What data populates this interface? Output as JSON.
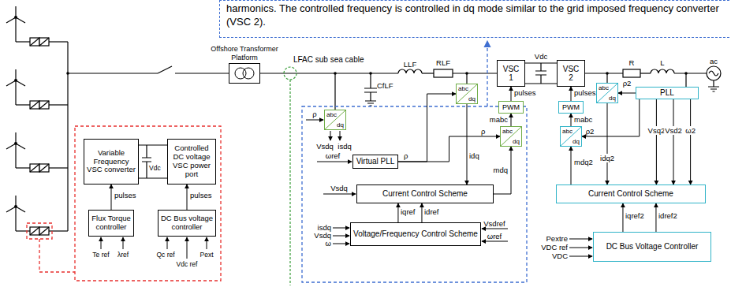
{
  "diagram": {
    "nodes": [
      {
        "text": [
          "harmonics. The controlled frequency is controlled in dq mode similar to the grid imposed frequency converter (VSC 2)."
        ]
      },
      {
        "text": [
          "Offshore Transformer Platform"
        ]
      },
      {
        "text": [
          "Variable Frequency VSC converter"
        ]
      },
      {
        "text": [
          "Controlled DC voltage VSC power port"
        ]
      },
      {
        "text": [
          "Flux Torque controller"
        ]
      },
      {
        "text": [
          "DC Bus voltage controller"
        ]
      },
      {
        "text": [
          "VSC 1"
        ]
      },
      {
        "text": [
          "VSC 2"
        ]
      },
      {
        "text": [
          "abc",
          "dq"
        ]
      },
      {
        "text": [
          "abc",
          "dq"
        ]
      },
      {
        "text": [
          "PWM"
        ]
      },
      {
        "text": [
          "abc",
          "dq"
        ]
      },
      {
        "text": [
          "Virtual PLL"
        ]
      },
      {
        "text": [
          "Current Control Scheme"
        ]
      },
      {
        "text": [
          "Voltage/Frequency Control Scheme"
        ]
      },
      {
        "text": [
          "PWM"
        ]
      },
      {
        "text": [
          "abc",
          "dq"
        ]
      },
      {
        "text": [
          "abc",
          "dq"
        ]
      },
      {
        "text": [
          "PLL"
        ]
      },
      {
        "text": [
          "Current Control Scheme"
        ]
      },
      {
        "text": [
          "DC Bus Voltage Controller"
        ]
      }
    ],
    "edges": [
      {
        "from": 4,
        "to": 2,
        "arrow": "to",
        "label": "pulses"
      },
      {
        "from": 5,
        "to": 3,
        "arrow": "to",
        "label": "pulses"
      },
      {
        "from": 10,
        "to": 6,
        "arrow": "to",
        "label": "pulses"
      },
      {
        "from": 11,
        "to": 10,
        "arrow": "to",
        "label": "mabc"
      },
      {
        "from": 13,
        "to": 11,
        "arrow": "to",
        "label": "mdq"
      },
      {
        "from": 9,
        "to": 13,
        "arrow": "to",
        "label": "idq"
      },
      {
        "from": 12,
        "to": 9,
        "arrow": "to",
        "label": "ρ"
      },
      {
        "from": 12,
        "to": 11,
        "arrow": "to",
        "label": "ρ"
      },
      {
        "from": 14,
        "to": 13,
        "arrow": "to",
        "label": "iqref"
      },
      {
        "from": 14,
        "to": 13,
        "arrow": "to",
        "label": "idref"
      },
      {
        "from": 15,
        "to": 7,
        "arrow": "to",
        "label": "pulses"
      },
      {
        "from": 16,
        "to": 15,
        "arrow": "to",
        "label": "mabc"
      },
      {
        "from": 19,
        "to": 16,
        "arrow": "to",
        "label": "mdq2"
      },
      {
        "from": 18,
        "to": 16,
        "arrow": "to",
        "label": "ρ2"
      },
      {
        "from": 18,
        "to": 17,
        "arrow": "to",
        "label": "ρ2"
      },
      {
        "from": 17,
        "to": 19,
        "arrow": "to",
        "label": "idq2"
      },
      {
        "from": 18,
        "to": 19,
        "arrow": "to",
        "label": "Vsq2"
      },
      {
        "from": 18,
        "to": 19,
        "arrow": "to",
        "label": "Vsd2"
      },
      {
        "from": 18,
        "to": 19,
        "arrow": "to",
        "label": "ω2"
      },
      {
        "from": 20,
        "to": 19,
        "arrow": "to",
        "label": "iqref2"
      },
      {
        "from": 20,
        "to": 19,
        "arrow": "to",
        "label": "idref2"
      }
    ],
    "labels": [
      "LFAC sub sea cable",
      "CfLF",
      "LLF",
      "RLF",
      "Vdc",
      "R",
      "L",
      "ac",
      "Vdc",
      "Te ref",
      "λref",
      "Qc ref",
      "Vdc ref",
      "Pext",
      "ρ",
      "Vsdq",
      "isdq",
      "ωref",
      "Vsdq",
      "isdq",
      "Vsdq",
      "ω",
      "Vsdref",
      "ωref",
      "Pextre",
      "VDC ref",
      "VDC"
    ]
  }
}
